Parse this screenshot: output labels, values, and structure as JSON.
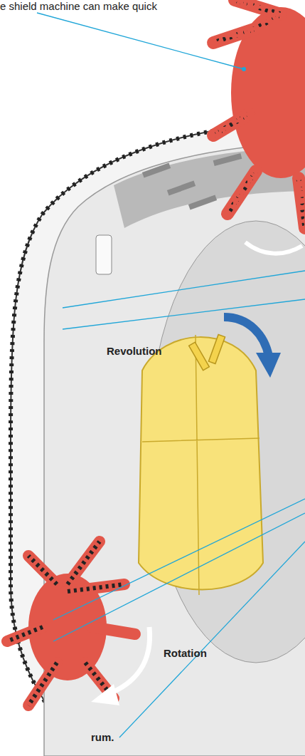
{
  "diagram": {
    "labels": [
      "e shield machine can make quick",
      "Revolution",
      "Rotation",
      "rum."
    ]
  }
}
